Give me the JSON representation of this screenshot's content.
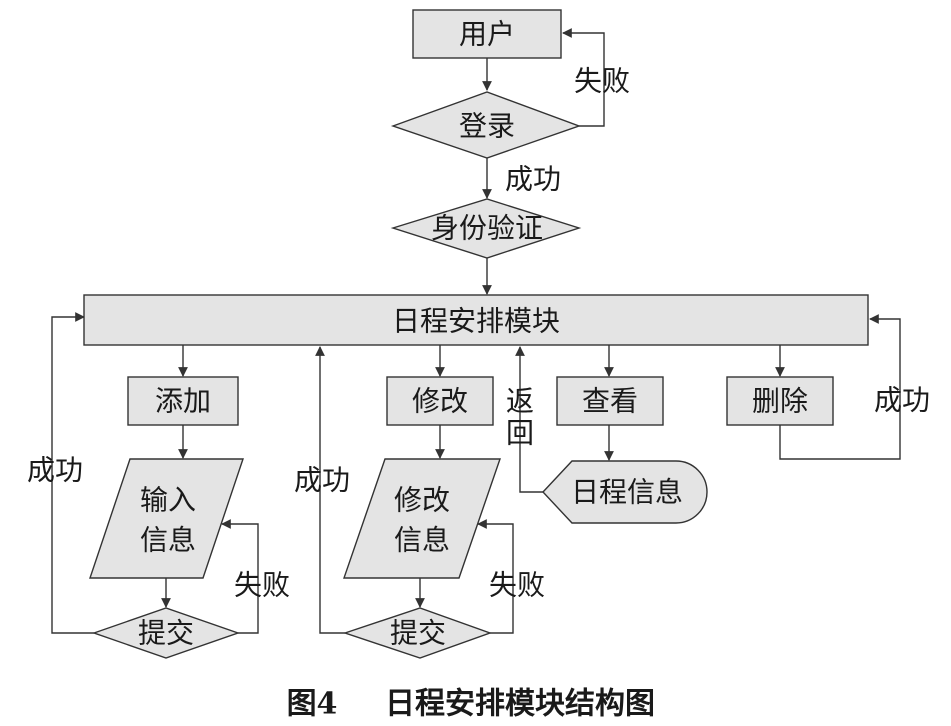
{
  "colors": {
    "node_fill": "#e4e4e4",
    "stroke": "#333333",
    "text": "#1a1a1a"
  },
  "nodes": {
    "user": "用户",
    "login": "登录",
    "identity_check": "身份验证",
    "schedule_module": "日程安排模块",
    "add": "添加",
    "input_info_line1": "输入",
    "input_info_line2": "信息",
    "submit_add": "提交",
    "modify": "修改",
    "modify_info_line1": "修改",
    "modify_info_line2": "信息",
    "submit_modify": "提交",
    "view": "查看",
    "schedule_info": "日程信息",
    "delete": "删除"
  },
  "edges": {
    "login_fail": "失败",
    "login_success": "成功",
    "add_success": "成功",
    "add_fail": "失败",
    "modify_success": "成功",
    "modify_fail": "失败",
    "return_line1": "返",
    "return_line2": "回",
    "delete_success": "成功"
  },
  "caption": {
    "figure_number": "图4",
    "title": "日程安排模块结构图"
  }
}
